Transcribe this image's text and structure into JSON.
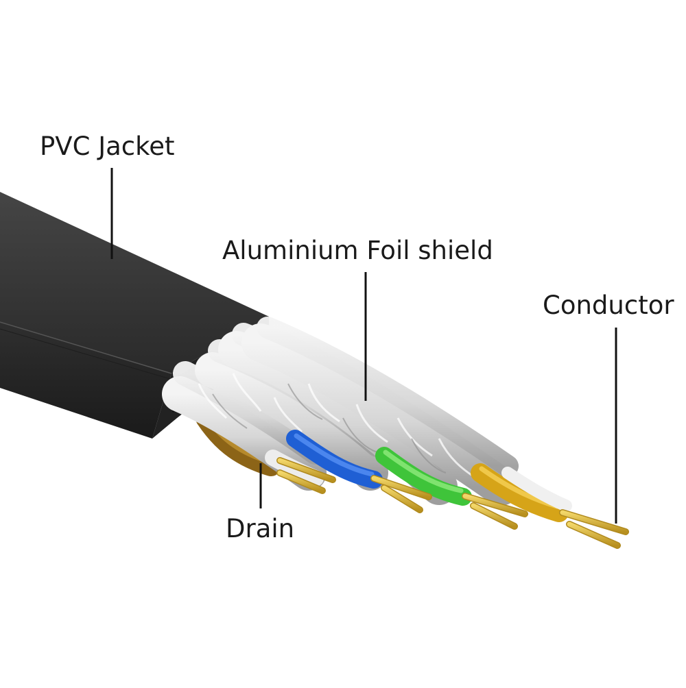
{
  "diagram": {
    "labels": {
      "pvc_jacket": "PVC Jacket",
      "foil_shield": "Aluminium Foil shield",
      "conductor": "Conductor",
      "drain": "Drain"
    },
    "colors": {
      "background": "#ffffff",
      "jacket": "#2b2b2b",
      "jacket_top": "#3a3a3a",
      "jacket_edge": "#1c1c1c",
      "foil": "#e2e2e2",
      "foil_shadow": "#a9a9a9",
      "wire_brown": "#a57a1f",
      "wire_blue": "#1f5fd4",
      "wire_green": "#3fc43a",
      "wire_orange": "#d6a418",
      "copper": "#e9c44a",
      "copper_dark": "#b08a1e",
      "leader_line": "#111111"
    }
  }
}
